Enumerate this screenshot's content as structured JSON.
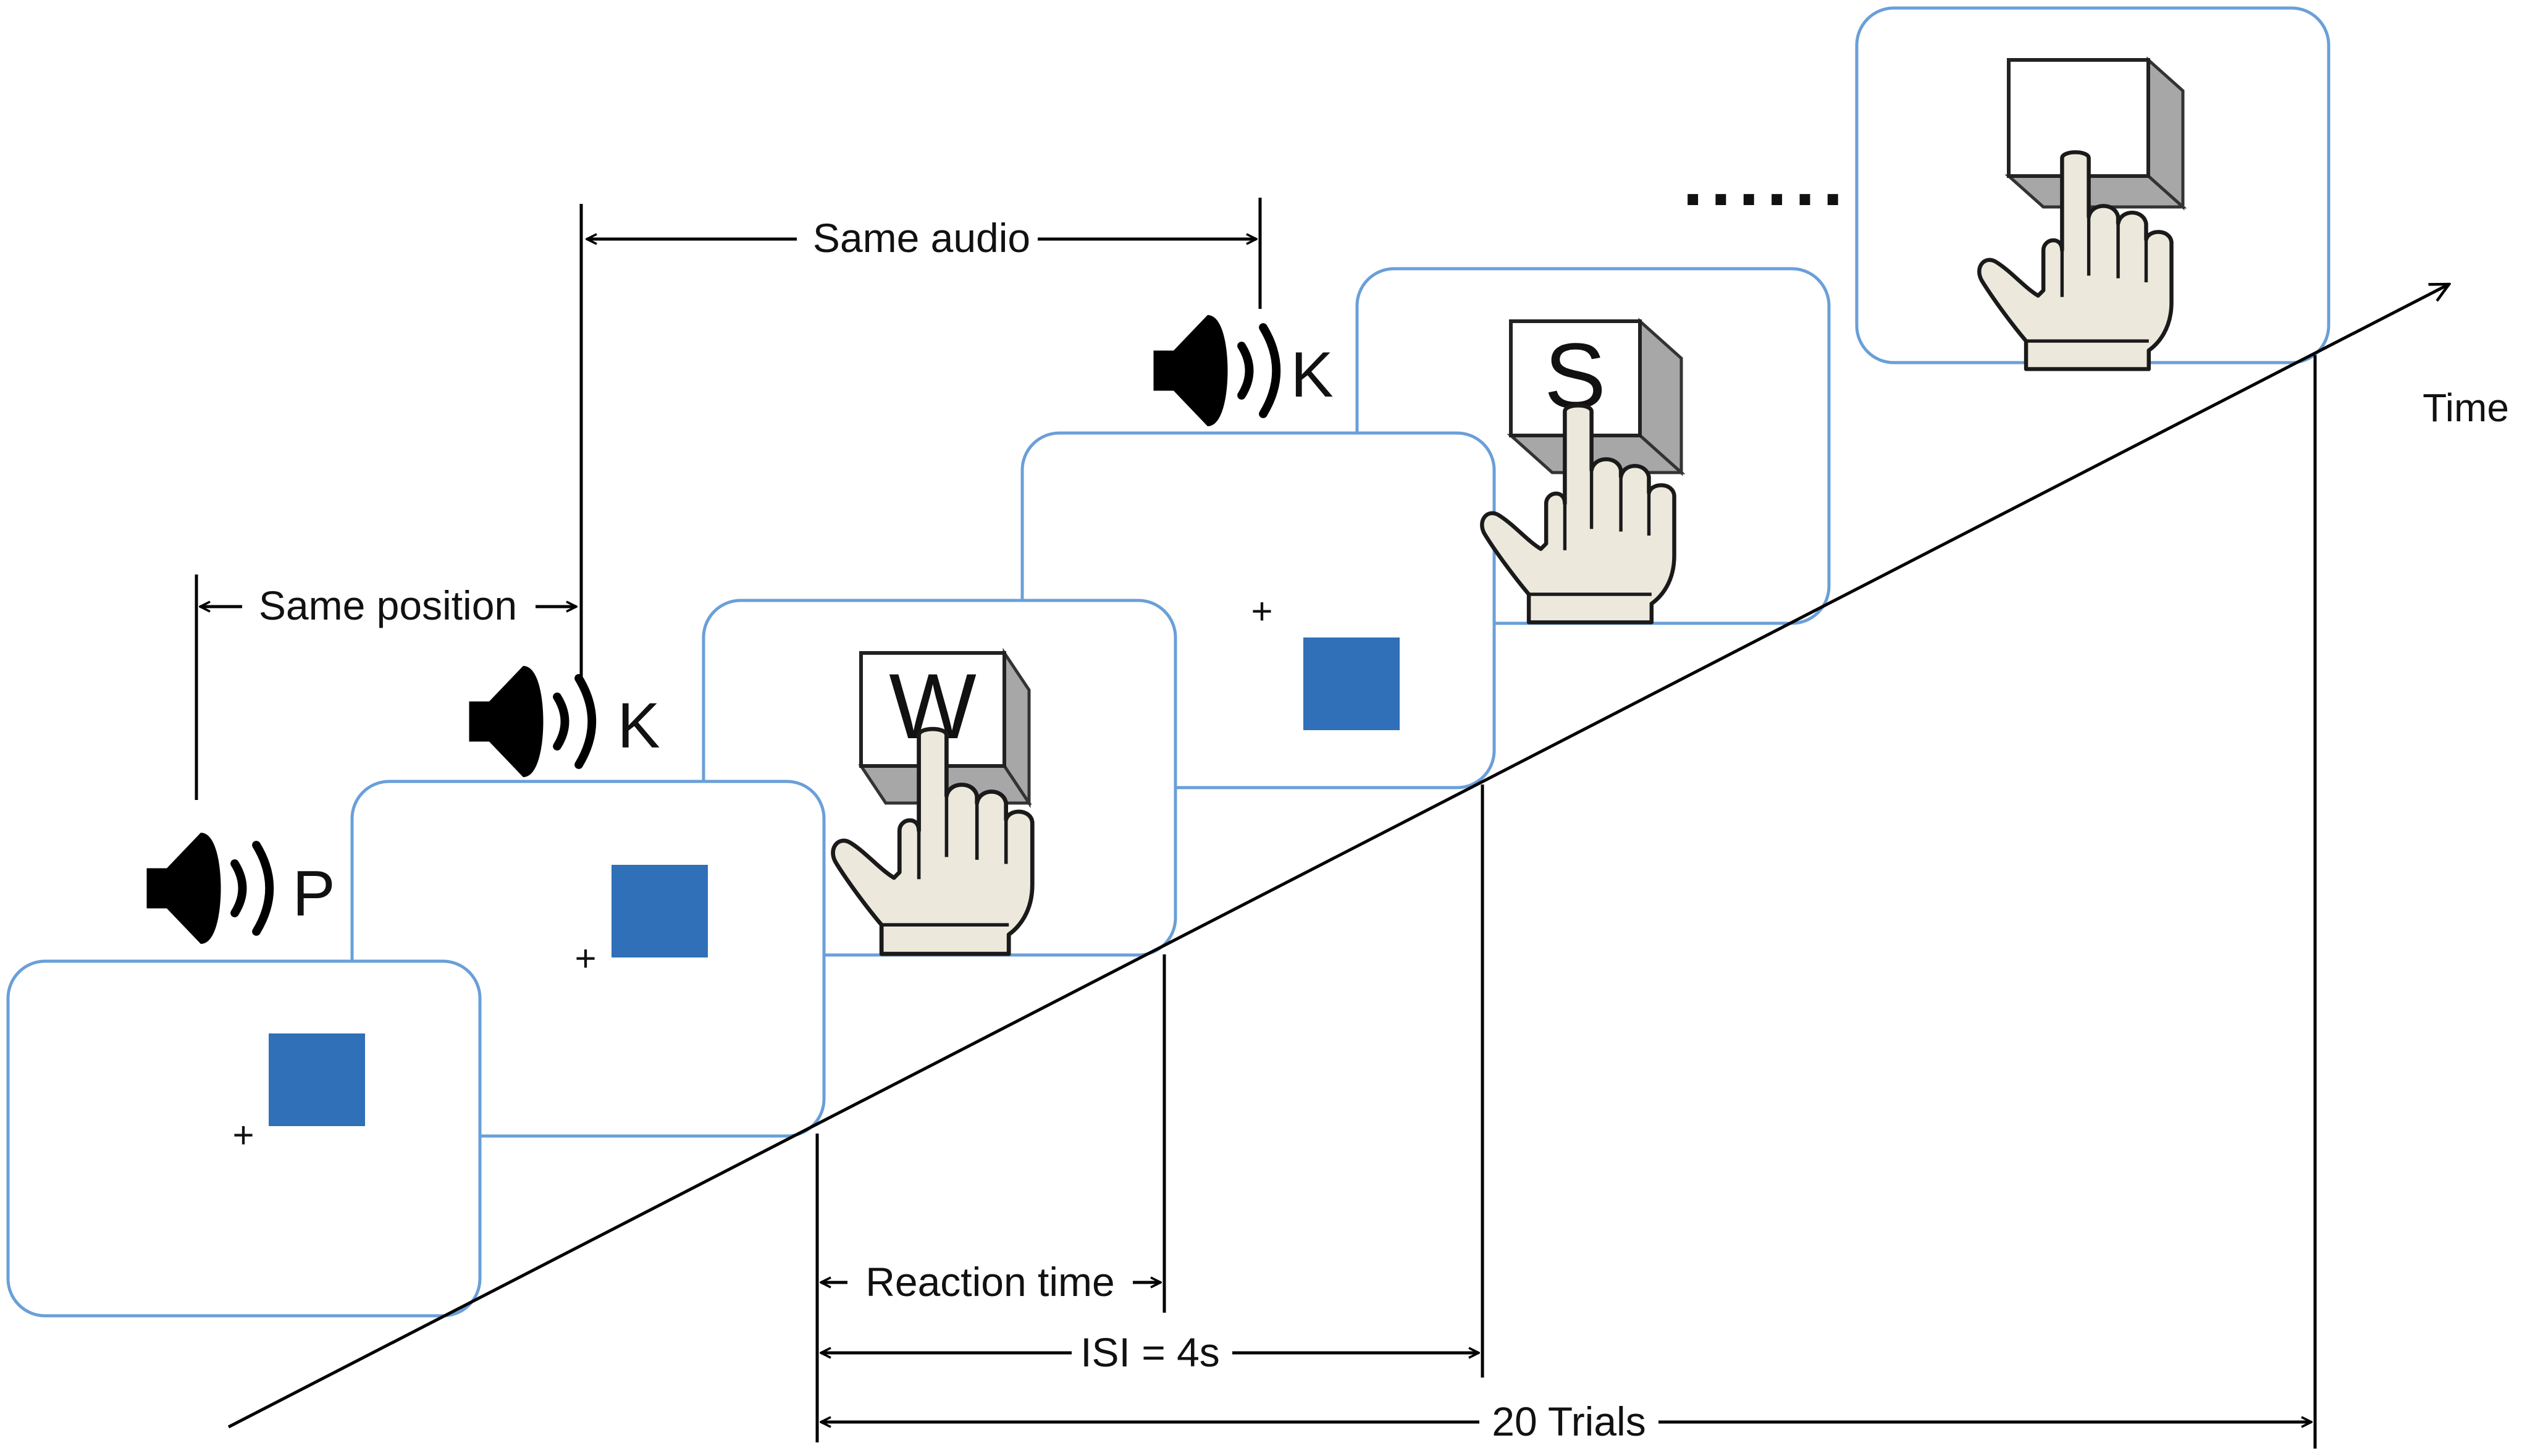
{
  "labels": {
    "same_audio": "Same audio",
    "same_position": "Same position",
    "time": "Time",
    "reaction_time": "Reaction time",
    "isi": "ISI = 4s",
    "trials": "20 Trials",
    "fixation": "+",
    "continuation": "......"
  },
  "audio_letters": [
    "P",
    "K",
    "K"
  ],
  "key_letters": [
    "W",
    "S",
    ""
  ],
  "colors": {
    "frame_border": "#6a9fd8",
    "target_square": "#2f70b8",
    "key_face": "#ffffff",
    "key_side": "#a7a7a7",
    "hand_fill": "#ece8dc",
    "ink": "#000000"
  },
  "icons": {
    "speaker": "speaker-icon",
    "hand": "pointing-hand-icon",
    "key": "keyboard-key-icon"
  }
}
